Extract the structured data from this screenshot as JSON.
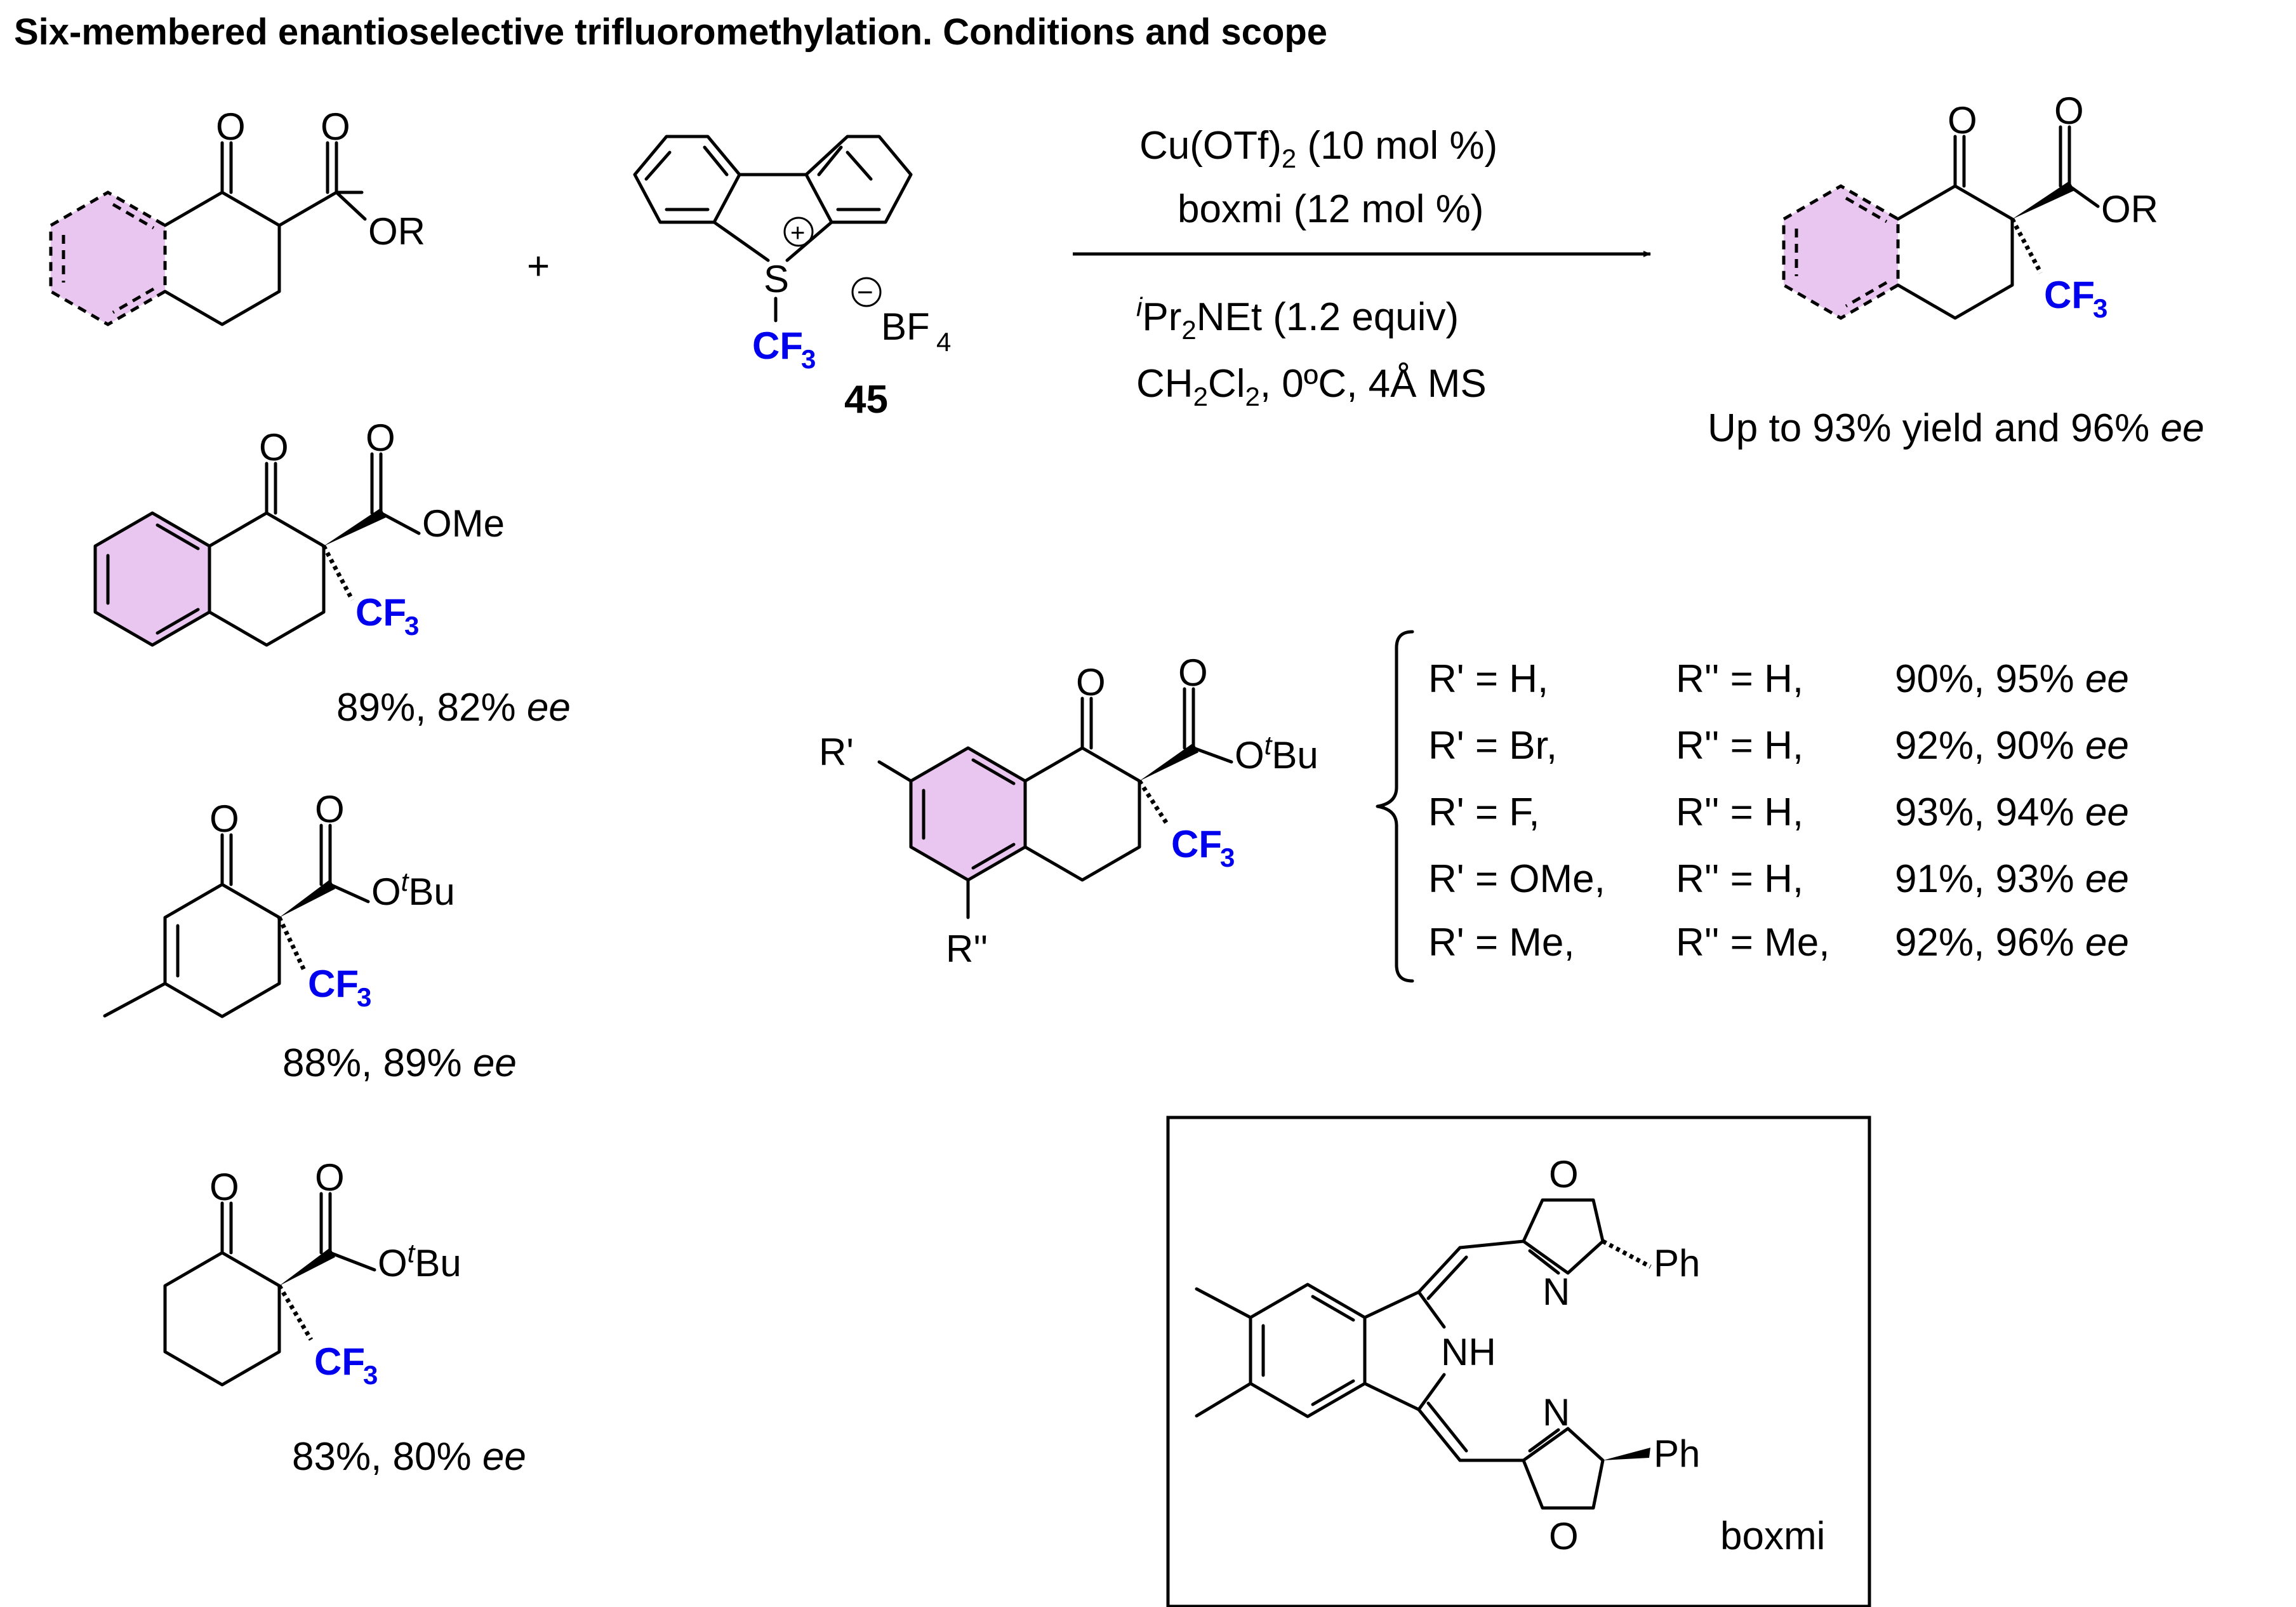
{
  "title": "Six-membered enantioselective trifluoromethylation. Conditions and scope",
  "colors": {
    "highlight_ring": "#e9c6ef",
    "cf3_label": "#0000ee",
    "text": "#000000"
  },
  "reaction": {
    "plus": "+",
    "reagent_number": "45",
    "conditions_above": [
      "Cu(OTf)",
      "2",
      " (10 mol %)",
      "boxmi (12 mol %)"
    ],
    "conditions_below": [
      "i",
      "Pr",
      "2",
      "NEt (1.2 equiv)",
      "CH",
      "2",
      "Cl",
      "2",
      ", 0ºC, 4Å MS"
    ],
    "product_note_prefix": "Up to 93% yield and 96% ",
    "ee": "ee"
  },
  "atoms": {
    "O": "O",
    "OR": "OR",
    "OMe": "OMe",
    "Ot": "O",
    "t": "t",
    "Bu": "Bu",
    "CF": "CF",
    "three": "3",
    "S": "S",
    "plus_charge": "+",
    "minus_charge": "−",
    "BF": "BF",
    "four": "4",
    "Rp": "R'",
    "Rpp": "R''",
    "N": "N",
    "NH": "NH",
    "Ph": "Ph"
  },
  "examples": [
    {
      "yield_text": "89%, 82% ",
      "ee": "ee"
    },
    {
      "yield_text": "88%, 89% ",
      "ee": "ee"
    },
    {
      "yield_text": "83%, 80% ",
      "ee": "ee"
    }
  ],
  "substituent_table": [
    {
      "r1": "R' = H,",
      "r2": "R'' = H,",
      "result": "90%, 95% ",
      "ee": "ee"
    },
    {
      "r1": "R' = Br,",
      "r2": "R'' = H,",
      "result": "92%, 90% ",
      "ee": "ee"
    },
    {
      "r1": "R' = F,",
      "r2": "R'' = H,",
      "result": "93%, 94% ",
      "ee": "ee"
    },
    {
      "r1": "R' = OMe,",
      "r2": "R'' = H,",
      "result": "91%, 93% ",
      "ee": "ee"
    },
    {
      "r1": "R' = Me,",
      "r2": "R'' = Me,",
      "result": "92%, 96% ",
      "ee": "ee"
    }
  ],
  "ligand_label": "boxmi"
}
